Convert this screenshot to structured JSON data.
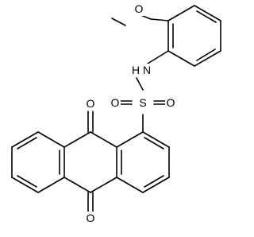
{
  "structure": {
    "atoms": {
      "methoxy_O": "O",
      "amine_N": "N",
      "amine_H": "H",
      "sulfur": "S",
      "sulfonyl_O_left": "O",
      "sulfonyl_O_right": "O",
      "ketone_O_top": "O",
      "ketone_O_bottom": "O"
    }
  },
  "colors": {
    "bond": "#000000",
    "label": "#000000",
    "background": "#ffffff"
  }
}
